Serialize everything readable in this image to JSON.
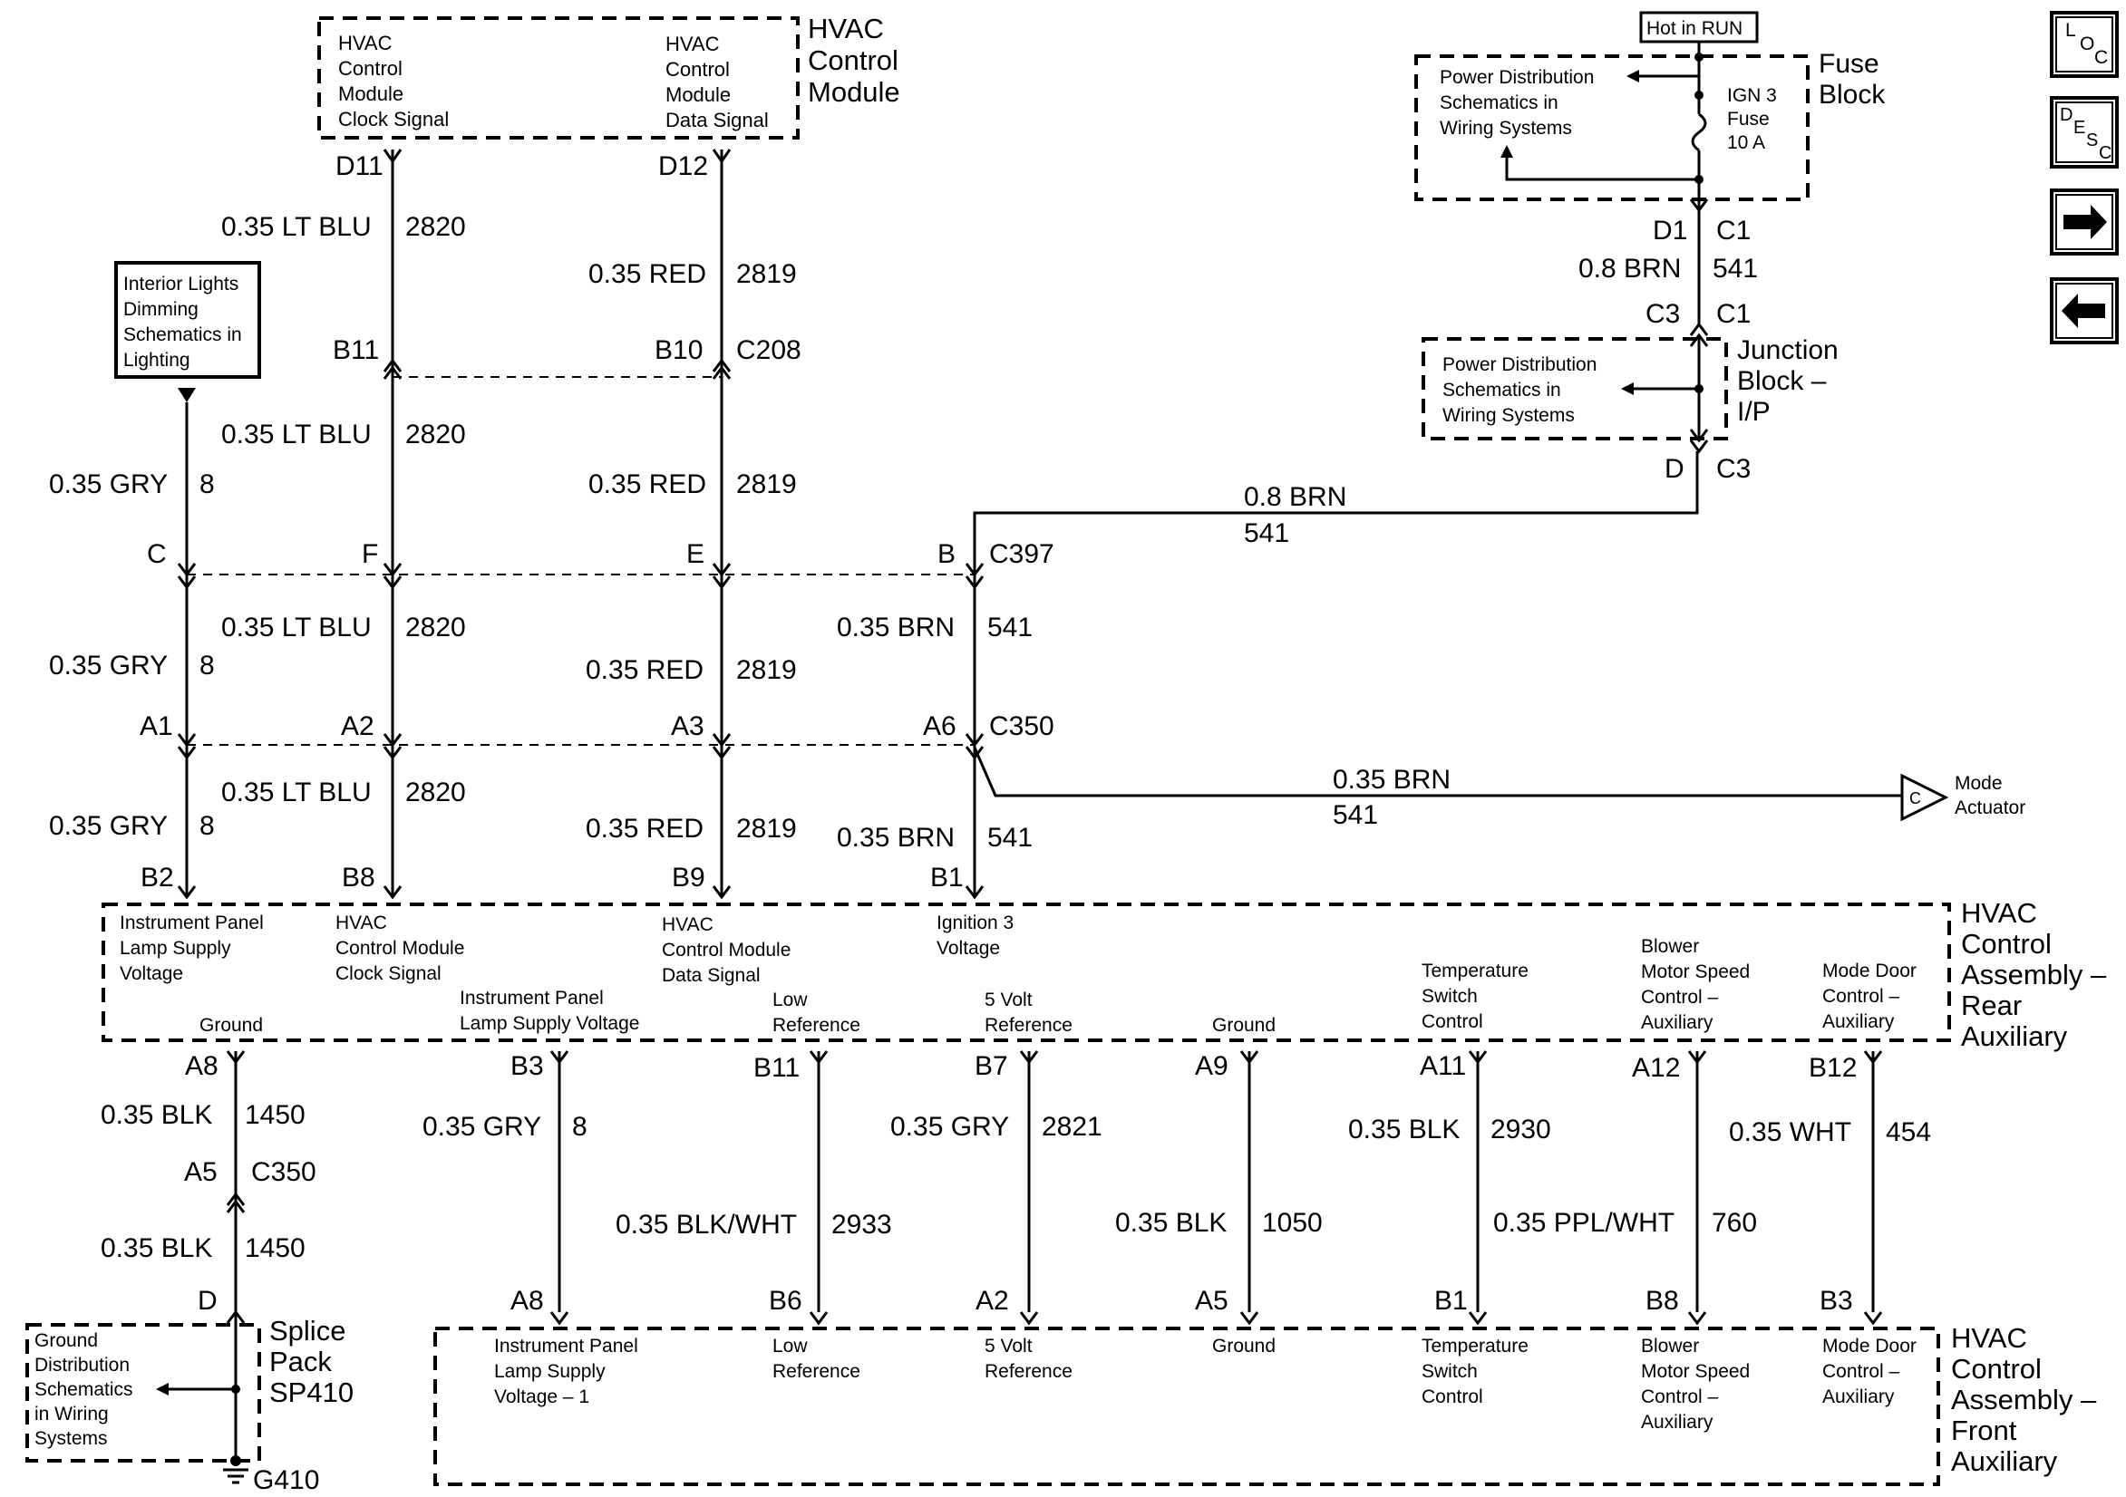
{
  "hvac_module": {
    "title": [
      "HVAC",
      "Control",
      "Module"
    ],
    "clock_label": [
      "HVAC",
      "Control",
      "Module",
      "Clock Signal"
    ],
    "data_label": [
      "HVAC",
      "Control",
      "Module",
      "Data Signal"
    ],
    "pin_clock": "D11",
    "pin_data": "D12"
  },
  "interior_lights": [
    "Interior Lights",
    "Dimming",
    "Schematics in",
    "Lighting"
  ],
  "hot_in_run": "Hot in RUN",
  "fuse_block": {
    "title": [
      "Fuse",
      "Block"
    ],
    "power_dist": [
      "Power Distribution",
      "Schematics in",
      "Wiring Systems"
    ],
    "fuse": [
      "IGN 3",
      "Fuse",
      "10 A"
    ],
    "pin_d1": "D1",
    "pin_c1": "C1"
  },
  "junction_block": {
    "title": [
      "Junction",
      "Block –",
      "I/P"
    ],
    "power_dist": [
      "Power Distribution",
      "Schematics in",
      "Wiring Systems"
    ],
    "pin_c3_top": "C3",
    "pin_c1": "C1",
    "pin_d": "D",
    "pin_c3_bottom": "C3"
  },
  "wires": {
    "gry8": {
      "gauge": "0.35 GRY",
      "circuit": "8"
    },
    "ltblu2820": {
      "gauge": "0.35 LT BLU",
      "circuit": "2820"
    },
    "red2819": {
      "gauge": "0.35 RED",
      "circuit": "2819"
    },
    "brn541_small": {
      "gauge": "0.35 BRN",
      "circuit": "541"
    },
    "brn541_fuse": {
      "gauge": "0.8 BRN",
      "circuit": "541"
    },
    "brn541_run": {
      "gauge": "0.8 BRN",
      "circuit": "541"
    },
    "brn541_mode": {
      "gauge": "0.35 BRN",
      "circuit": "541"
    },
    "blk1450": {
      "gauge": "0.35 BLK",
      "circuit": "1450"
    },
    "blkwht2933": {
      "gauge": "0.35 BLK/WHT",
      "circuit": "2933"
    },
    "gry2821": {
      "gauge": "0.35 GRY",
      "circuit": "2821"
    },
    "blk1050": {
      "gauge": "0.35 BLK",
      "circuit": "1050"
    },
    "blk2930": {
      "gauge": "0.35 BLK",
      "circuit": "2930"
    },
    "pplwht760": {
      "gauge": "0.35 PPL/WHT",
      "circuit": "760"
    },
    "wht454": {
      "gauge": "0.35 WHT",
      "circuit": "454"
    }
  },
  "c208": {
    "name": "C208",
    "pins": [
      "B11",
      "B10"
    ]
  },
  "c397": {
    "name": "C397",
    "pins": [
      "C",
      "F",
      "E",
      "B"
    ]
  },
  "c350": {
    "name": "C350",
    "pins": [
      "A1",
      "A2",
      "A3",
      "A6"
    ]
  },
  "mode_actuator": {
    "label": [
      "Mode",
      "Actuator"
    ],
    "pin": "C"
  },
  "rear_assembly": {
    "title": [
      "HVAC",
      "Control",
      "Assembly –",
      "Rear",
      "Auxiliary"
    ],
    "top_pins": [
      "B2",
      "B8",
      "B9",
      "B1"
    ],
    "top_labels": [
      [
        "Instrument Panel",
        "Lamp Supply",
        "Voltage"
      ],
      [
        "HVAC",
        "Control Module",
        "Clock Signal"
      ],
      [
        "HVAC",
        "Control Module",
        "Data Signal"
      ],
      [
        "Ignition 3",
        "Voltage"
      ]
    ],
    "bottom_labels": [
      [
        "Ground"
      ],
      [
        "Instrument Panel",
        "Lamp Supply Voltage"
      ],
      [
        "Low",
        "Reference"
      ],
      [
        "5 Volt",
        "Reference"
      ],
      [
        "Ground"
      ],
      [
        "Temperature",
        "Switch",
        "Control"
      ],
      [
        "Blower",
        "Motor Speed",
        "Control –",
        "Auxiliary"
      ],
      [
        "Mode Door",
        "Control –",
        "Auxiliary"
      ]
    ],
    "bottom_pins": [
      "A8",
      "B3",
      "B11",
      "B7",
      "A9",
      "A11",
      "A12",
      "B12"
    ]
  },
  "c350_lower": {
    "name": "C350",
    "pin_a5": "A5"
  },
  "splice_pack": {
    "title": [
      "Splice",
      "Pack",
      "SP410"
    ],
    "ground_dist": [
      "Ground",
      "Distribution",
      "Schematics",
      "in Wiring",
      "Systems"
    ],
    "pin_d": "D",
    "ground": "G410"
  },
  "front_assembly": {
    "title": [
      "HVAC",
      "Control",
      "Assembly –",
      "Front",
      "Auxiliary"
    ],
    "pins": [
      "A8",
      "B6",
      "A2",
      "A5",
      "B1",
      "B8",
      "B3"
    ],
    "labels": [
      [
        "Instrument Panel",
        "Lamp Supply",
        "Voltage – 1"
      ],
      [
        "Low",
        "Reference"
      ],
      [
        "5 Volt",
        "Reference"
      ],
      [
        "Ground"
      ],
      [
        "Temperature",
        "Switch",
        "Control"
      ],
      [
        "Blower",
        "Motor Speed",
        "Control –",
        "Auxiliary"
      ],
      [
        "Mode Door",
        "Control –",
        "Auxiliary"
      ]
    ]
  },
  "nav": {
    "loc": [
      "L",
      "O",
      "C"
    ],
    "desc": [
      "D",
      "E",
      "S",
      "C"
    ],
    "next_icon": "right-arrow-icon",
    "prev_icon": "left-arrow-icon"
  }
}
